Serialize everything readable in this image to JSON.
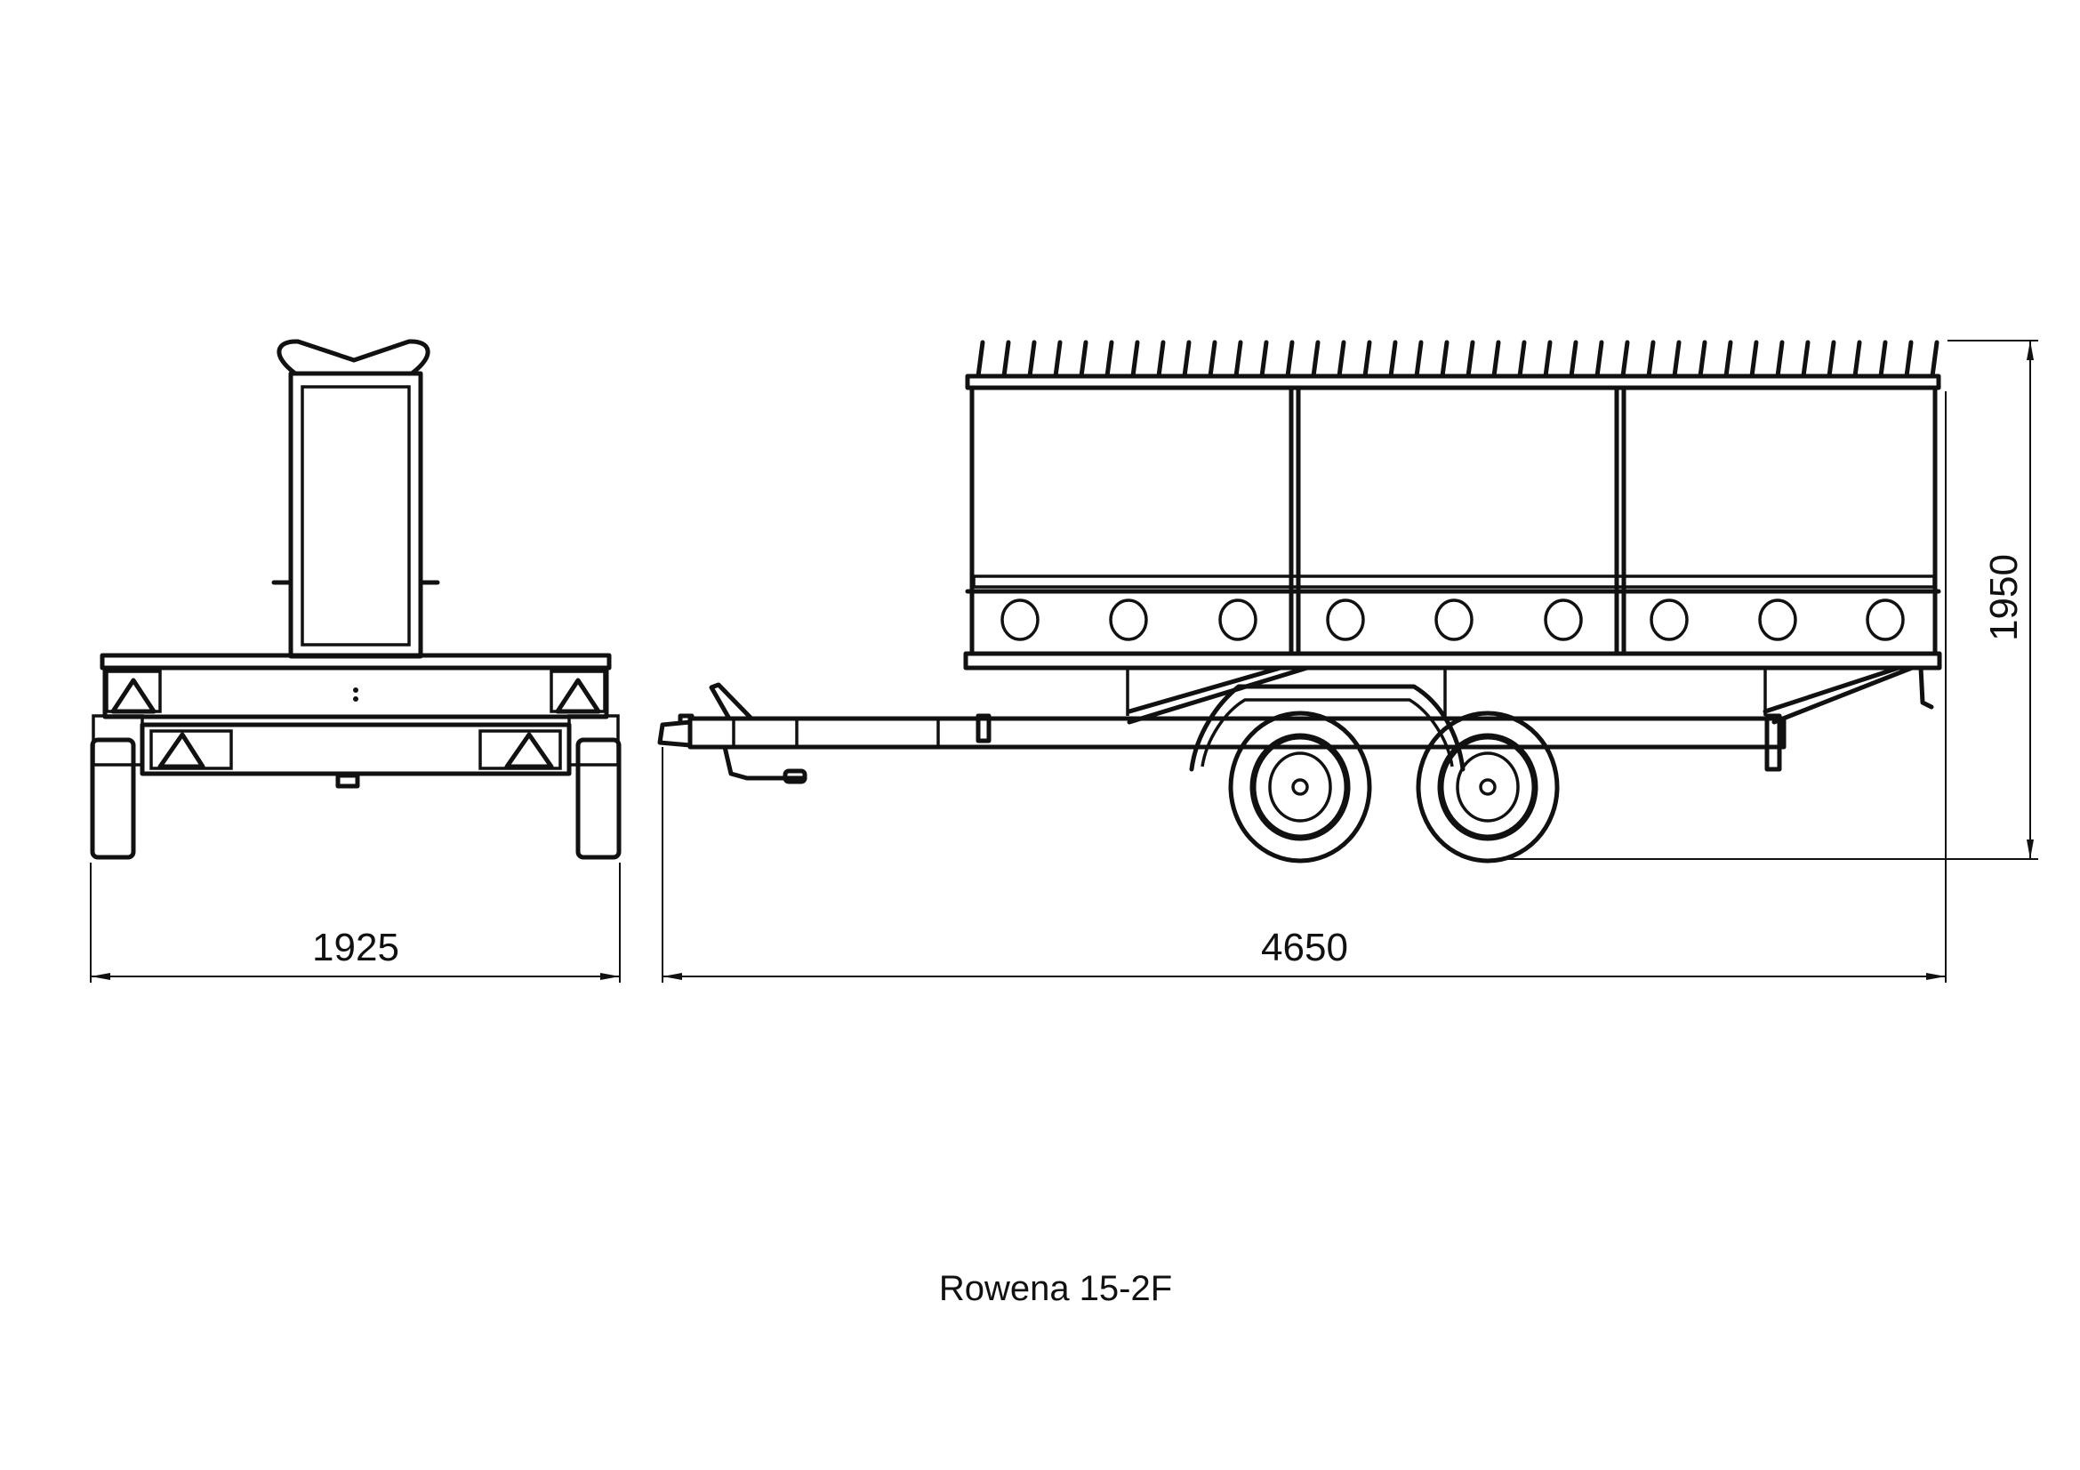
{
  "drawing": {
    "caption": "Rowena 15-2F",
    "dimensions": {
      "width": "1925",
      "length": "4650",
      "height": "1950"
    },
    "line_color": "#111111",
    "background": "#ffffff"
  }
}
